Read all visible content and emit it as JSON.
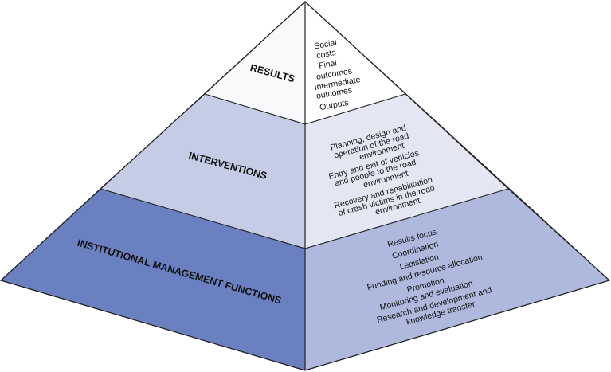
{
  "colors": {
    "results_left": "#f9f9fc",
    "results_right": "#ffffff",
    "interventions_left": "#c5cce6",
    "interventions_right": "#e4e7f3",
    "institutional_left": "#6b80c0",
    "institutional_right": "#aeb9dd",
    "outline": "#222222"
  },
  "pyramid": {
    "results": {
      "title": "RESULTS",
      "items": [
        "Social",
        "costs",
        "Final",
        "outcomes",
        "Intermediate",
        "outcomes",
        "Outputs"
      ]
    },
    "interventions": {
      "title": "INTERVENTIONS",
      "items": [
        "Planning, design and",
        "operation of the road",
        "environment",
        "Entry and exit of vehicles",
        "and people to the road",
        "environment",
        "Recovery and rehabilitation",
        "of crash victims in the road",
        "environment"
      ]
    },
    "institutional": {
      "title": "INSTITUTIONAL MANAGEMENT FUNCTIONS",
      "items": [
        "Results focus",
        "Coordination",
        "Legislation",
        "Funding and resource allocation",
        "Promotion",
        "Monitoring and evaluation",
        "Research and development and",
        "knowledge transfer"
      ]
    }
  }
}
